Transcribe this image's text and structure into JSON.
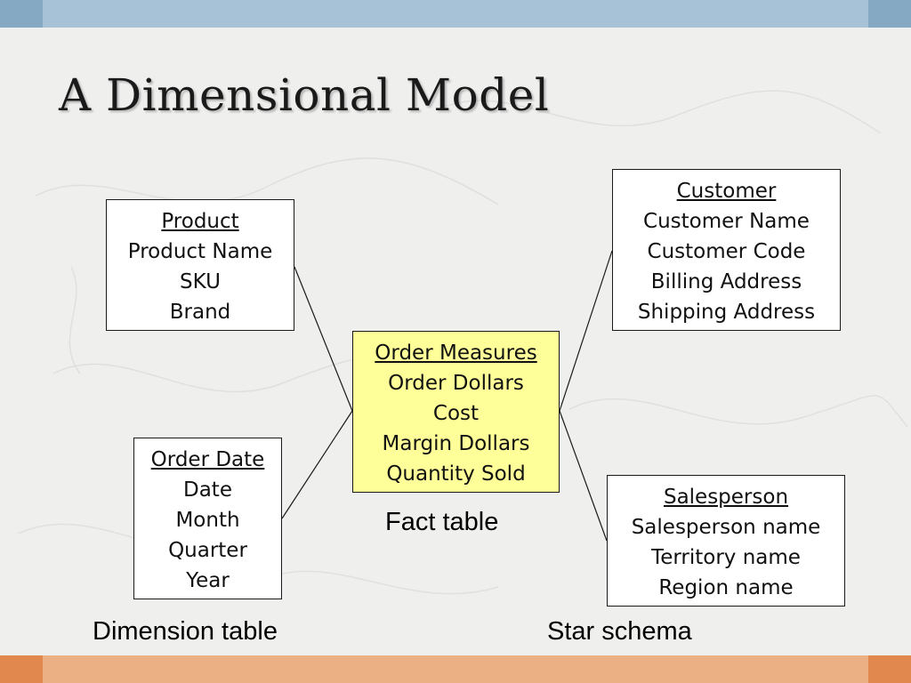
{
  "slide": {
    "title": "A Dimensional Model",
    "colors": {
      "top_bar": "#a7c2d6",
      "top_bar_end": "#86a9c3",
      "bottom_bar": "#ecb085",
      "bottom_bar_end": "#e1884f",
      "fact_fill": "#ffff99",
      "background": "#efefee"
    }
  },
  "diagram": {
    "product": {
      "header": "Product",
      "fields": [
        "Product Name",
        "SKU",
        "Brand"
      ]
    },
    "customer": {
      "header": "Customer",
      "fields": [
        "Customer Name",
        "Customer Code",
        "Billing Address",
        "Shipping Address"
      ]
    },
    "fact": {
      "header": "Order Measures",
      "fields": [
        "Order Dollars",
        "Cost",
        "Margin Dollars",
        "Quantity Sold"
      ]
    },
    "order_date": {
      "header": "Order Date",
      "fields": [
        "Date",
        "Month",
        "Quarter",
        "Year"
      ]
    },
    "salesperson": {
      "header": "Salesperson",
      "fields": [
        "Salesperson name",
        "Territory name",
        "Region name"
      ]
    },
    "captions": {
      "fact_table": "Fact table",
      "dimension_table": "Dimension table",
      "star_schema": "Star schema"
    }
  }
}
